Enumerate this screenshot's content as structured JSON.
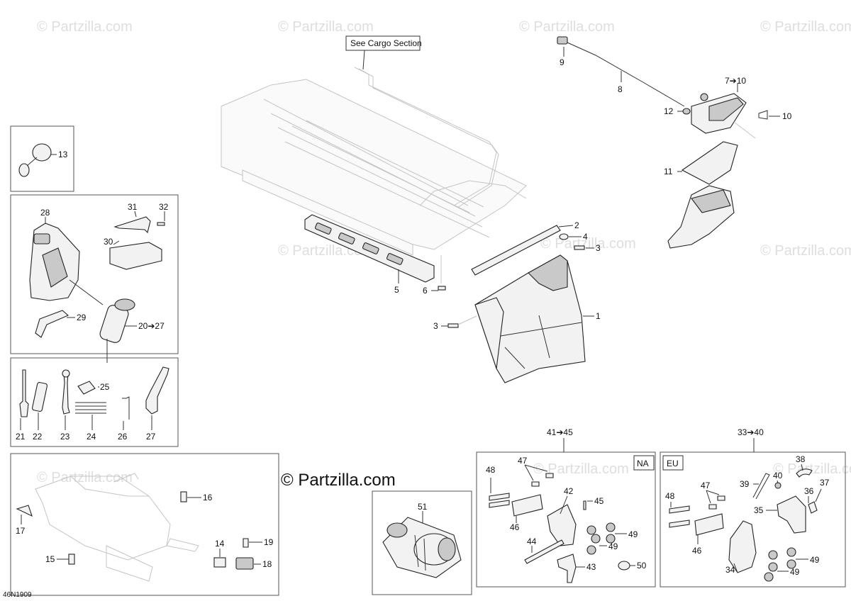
{
  "watermark": "© Partzilla.com",
  "center_watermark": "© Partzilla.com",
  "cargo_note": "See Cargo Section",
  "drawing_code": "46N1909",
  "region_na": "NA",
  "region_eu": "EU",
  "group_na": "41➔45",
  "group_eu": "33➔40",
  "callouts": {
    "c1": "1",
    "c2": "2",
    "c3a": "3",
    "c3b": "3",
    "c4": "4",
    "c5": "5",
    "c6": "6",
    "c7": "7➔10",
    "c8": "8",
    "c9": "9",
    "c10": "10",
    "c11": "11",
    "c12": "12",
    "c13": "13",
    "c14": "14",
    "c15": "15",
    "c16": "16",
    "c17": "17",
    "c18": "18",
    "c19": "19",
    "c20": "20➔27",
    "c21": "21",
    "c22": "22",
    "c23": "23",
    "c24": "24",
    "c25": "25",
    "c26": "26",
    "c27": "27",
    "c28": "28",
    "c29": "29",
    "c30": "30",
    "c31": "31",
    "c32": "32",
    "c34": "34",
    "c35": "35",
    "c36": "36",
    "c37": "37",
    "c38": "38",
    "c39": "39",
    "c40": "40",
    "c42": "42",
    "c43": "43",
    "c44": "44",
    "c45": "45",
    "c46a": "46",
    "c46b": "46",
    "c47a": "47",
    "c47b": "47",
    "c48a": "48",
    "c48b": "48",
    "c49a": "49",
    "c49b": "49",
    "c49c": "49",
    "c49d": "49",
    "c50": "50",
    "c51": "51"
  }
}
